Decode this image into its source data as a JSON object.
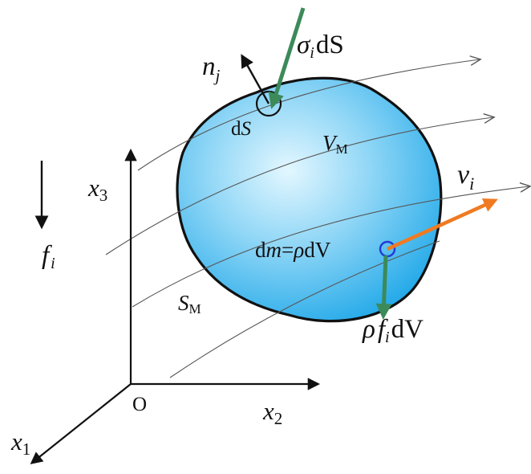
{
  "labels": {
    "sigma": "σ",
    "sigma_sub": "i",
    "sigma_dS": "dS",
    "n": "n",
    "n_sub": "j",
    "dS_d": "d",
    "dS_S": "S",
    "V": "V",
    "V_sub": "M",
    "v": "v",
    "v_sub": "i",
    "x3": "x",
    "x3_sub": "3",
    "f": "f",
    "f_sub": "i",
    "dm_d": "d",
    "dm_m": "m",
    "dm_eq": "=",
    "dm_rho": "ρ",
    "dm_dV": "dV",
    "S": "S",
    "S_sub": "M",
    "rho": "ρ",
    "rho_f": "f",
    "rho_f_sub": "i",
    "rho_dV": "dV",
    "origin": "O",
    "x2": "x",
    "x2_sub": "2",
    "x1": "x",
    "x1_sub": "1"
  },
  "colors": {
    "body_fill_light": "#dff6ff",
    "body_fill_dark": "#1ea7e8",
    "outline": "#111111",
    "green_arrow": "#3c8a5a",
    "orange_arrow": "#f07a21",
    "circle_blue": "#2339d6",
    "streamline": "#555555"
  }
}
